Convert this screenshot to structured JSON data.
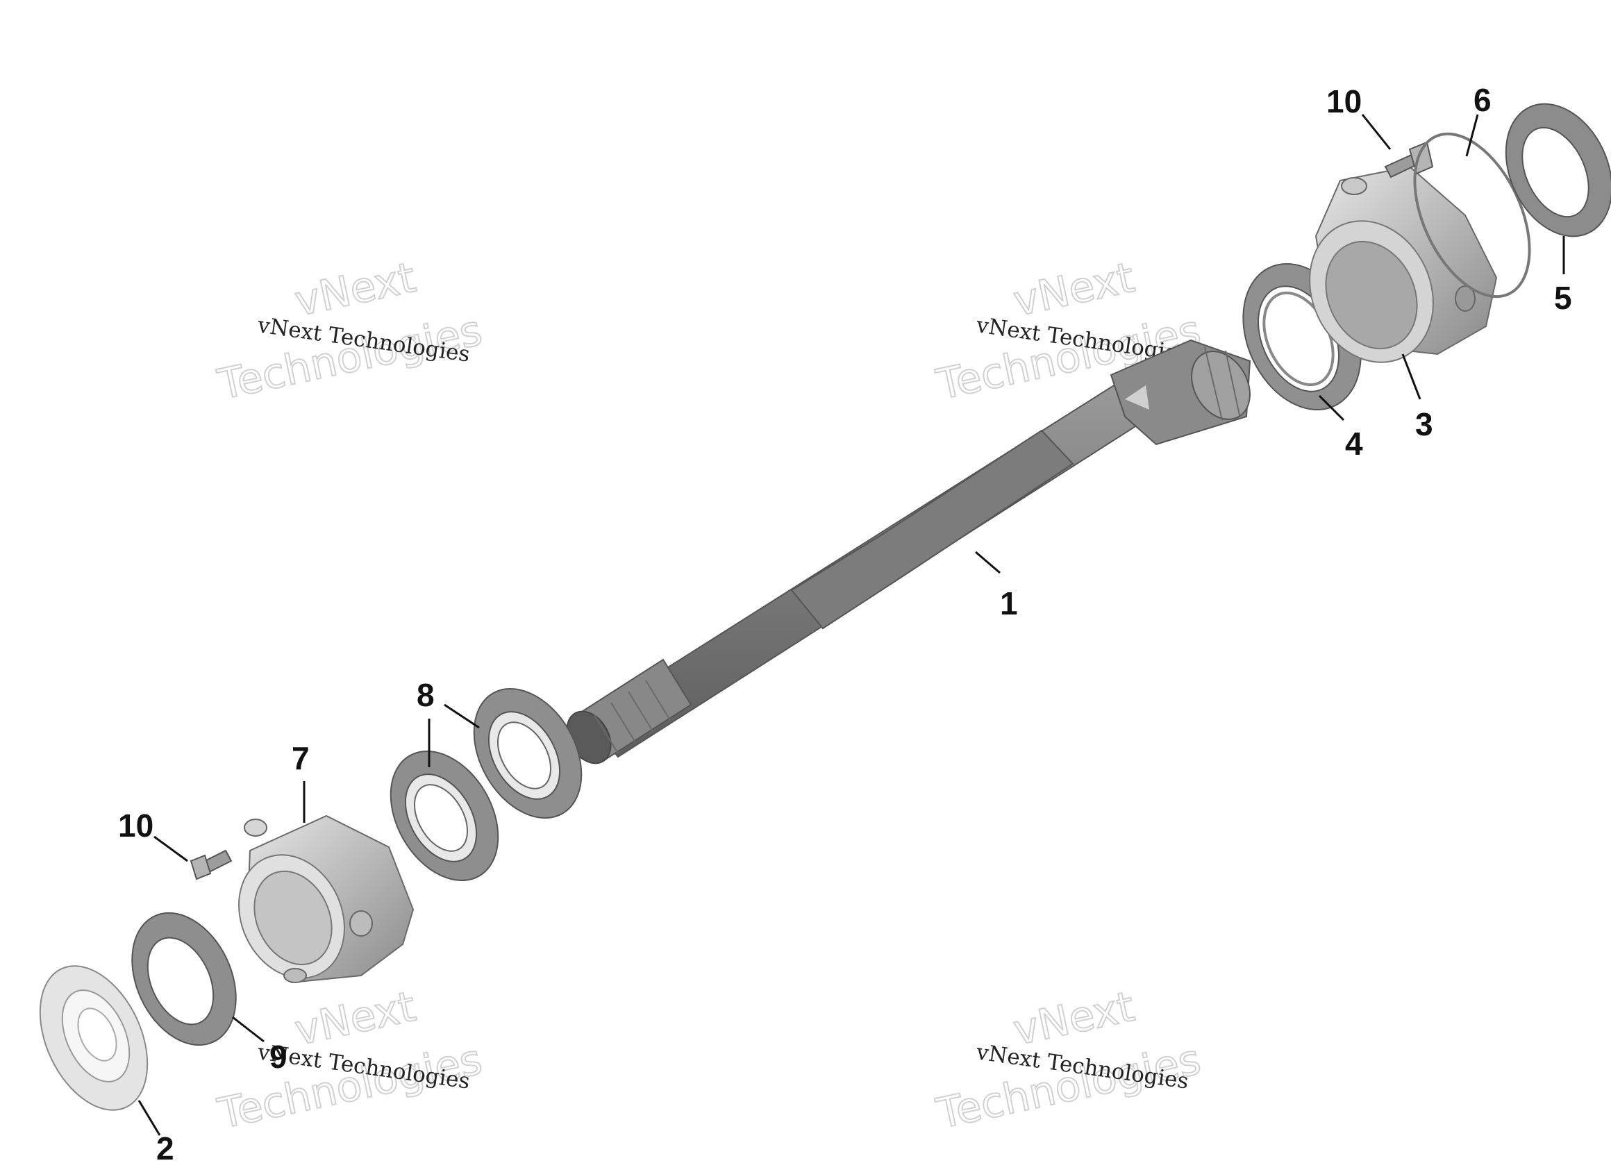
{
  "callouts": {
    "c1": "1",
    "c2": "2",
    "c3": "3",
    "c4": "4",
    "c5": "5",
    "c6": "6",
    "c7": "7",
    "c8": "8",
    "c9": "9",
    "c10_top": "10",
    "c10_bottom": "10"
  },
  "watermark": {
    "line1": "vNext",
    "line2": "Technologies",
    "small": "vNext Technologies"
  },
  "colors": {
    "part_dark": "#707070",
    "part_mid": "#9a9a9a",
    "part_light": "#c4c4c4",
    "part_highlight": "#e2e2e2",
    "label": "#111111"
  }
}
